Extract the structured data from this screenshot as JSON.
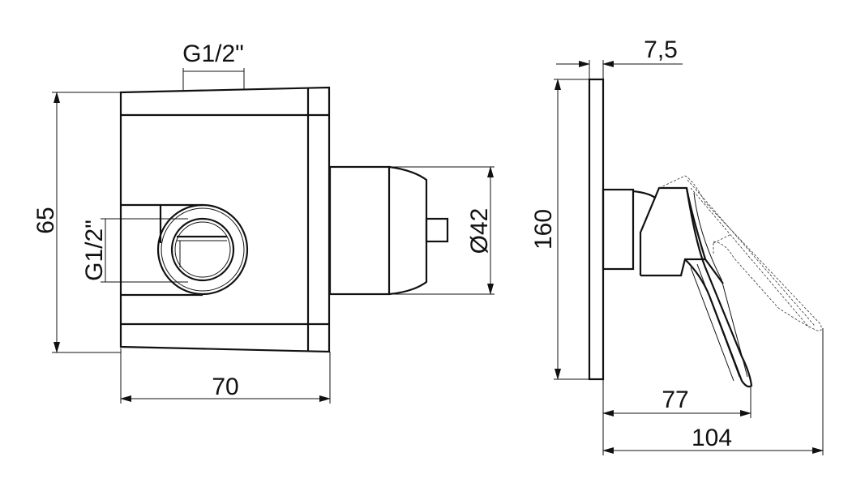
{
  "front_view": {
    "dim_height": "65",
    "dim_width": "70",
    "dim_top_thread": "G1/2\"",
    "dim_side_thread": "G1/2\"",
    "dim_diameter": "Ø42"
  },
  "side_view": {
    "dim_plate_thickness": "7,5",
    "dim_plate_height": "160",
    "dim_handle_depth": "77",
    "dim_total_depth": "104"
  }
}
